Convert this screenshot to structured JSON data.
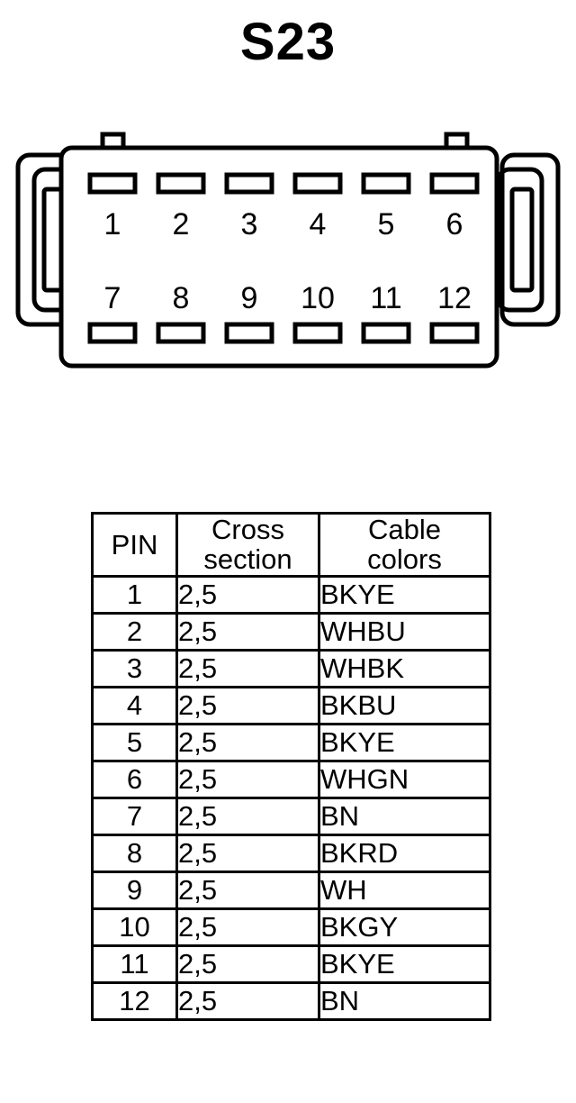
{
  "title": "S23",
  "connector": {
    "name": "12-pin-connector",
    "top_row_pins": [
      "1",
      "2",
      "3",
      "4",
      "5",
      "6"
    ],
    "bottom_row_pins": [
      "7",
      "8",
      "9",
      "10",
      "11",
      "12"
    ],
    "stroke_color": "#000000",
    "fill_color": "#ffffff"
  },
  "table": {
    "headers": {
      "pin": "PIN",
      "cross_section_line1": "Cross",
      "cross_section_line2": "section",
      "cable_colors_line1": "Cable",
      "cable_colors_line2": "colors"
    },
    "rows": [
      {
        "pin": "1",
        "cross_section": "2,5",
        "cable_color": "BKYE",
        "indent": false
      },
      {
        "pin": "2",
        "cross_section": "2,5",
        "cable_color": "WHBU",
        "indent": false
      },
      {
        "pin": "3",
        "cross_section": "2,5",
        "cable_color": "WHBK",
        "indent": false
      },
      {
        "pin": "4",
        "cross_section": "2,5",
        "cable_color": "BKBU",
        "indent": false
      },
      {
        "pin": "5",
        "cross_section": "2,5",
        "cable_color": "BKYE",
        "indent": false
      },
      {
        "pin": "6",
        "cross_section": "2,5",
        "cable_color": "WHGN",
        "indent": true
      },
      {
        "pin": "7",
        "cross_section": "2,5",
        "cable_color": "BN",
        "indent": false
      },
      {
        "pin": "8",
        "cross_section": "2,5",
        "cable_color": "BKRD",
        "indent": false
      },
      {
        "pin": "9",
        "cross_section": "2,5",
        "cable_color": "WH",
        "indent": false
      },
      {
        "pin": "10",
        "cross_section": "2,5",
        "cable_color": "BKGY",
        "indent": false
      },
      {
        "pin": "11",
        "cross_section": "2,5",
        "cable_color": "BKYE",
        "indent": false
      },
      {
        "pin": "12",
        "cross_section": "2,5",
        "cable_color": "BN",
        "indent": false
      }
    ]
  }
}
